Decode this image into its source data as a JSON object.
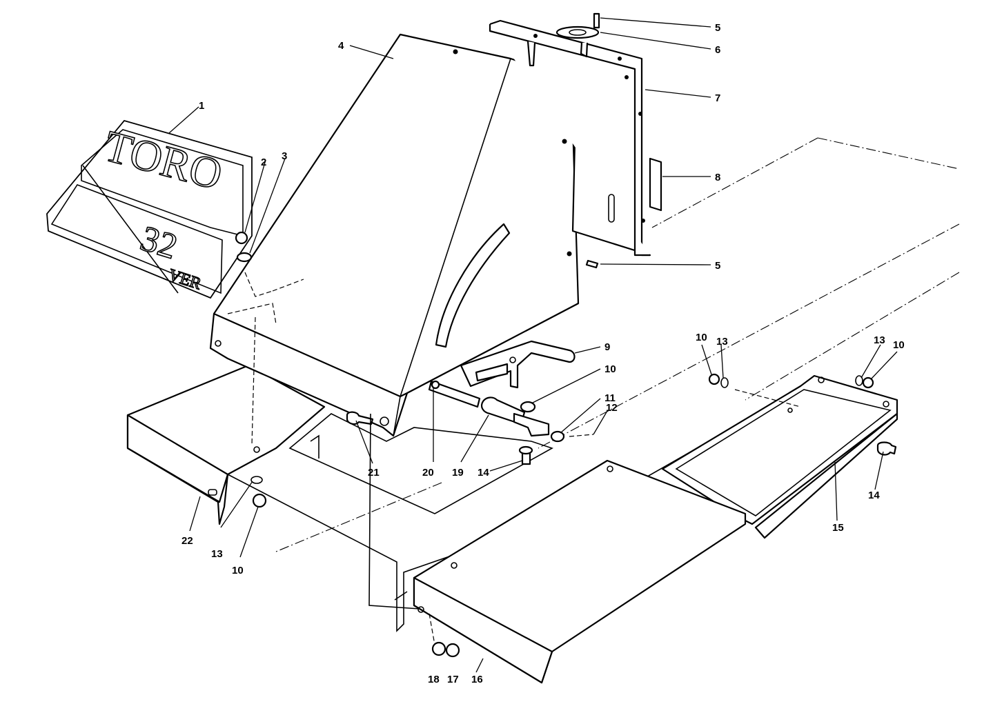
{
  "decal": {
    "brand": "TORO",
    "model": "32",
    "suffix": "VER"
  },
  "callouts": [
    {
      "id": "c1",
      "label": "1"
    },
    {
      "id": "c2",
      "label": "2"
    },
    {
      "id": "c3",
      "label": "3"
    },
    {
      "id": "c4",
      "label": "4"
    },
    {
      "id": "c5a",
      "label": "5"
    },
    {
      "id": "c6",
      "label": "6"
    },
    {
      "id": "c7",
      "label": "7"
    },
    {
      "id": "c8",
      "label": "8"
    },
    {
      "id": "c5b",
      "label": "5"
    },
    {
      "id": "c9",
      "label": "9"
    },
    {
      "id": "c10a",
      "label": "10"
    },
    {
      "id": "c11",
      "label": "11"
    },
    {
      "id": "c12",
      "label": "12"
    },
    {
      "id": "c10b",
      "label": "10"
    },
    {
      "id": "c13a",
      "label": "13"
    },
    {
      "id": "c13b",
      "label": "13"
    },
    {
      "id": "c10c",
      "label": "10"
    },
    {
      "id": "c14a",
      "label": "14"
    },
    {
      "id": "c15",
      "label": "15"
    },
    {
      "id": "c14b",
      "label": "14"
    },
    {
      "id": "c20",
      "label": "20"
    },
    {
      "id": "c19",
      "label": "19"
    },
    {
      "id": "c21",
      "label": "21"
    },
    {
      "id": "c22",
      "label": "22"
    },
    {
      "id": "c13c",
      "label": "13"
    },
    {
      "id": "c10d",
      "label": "10"
    },
    {
      "id": "c18",
      "label": "18"
    },
    {
      "id": "c17",
      "label": "17"
    },
    {
      "id": "c16",
      "label": "16"
    }
  ]
}
